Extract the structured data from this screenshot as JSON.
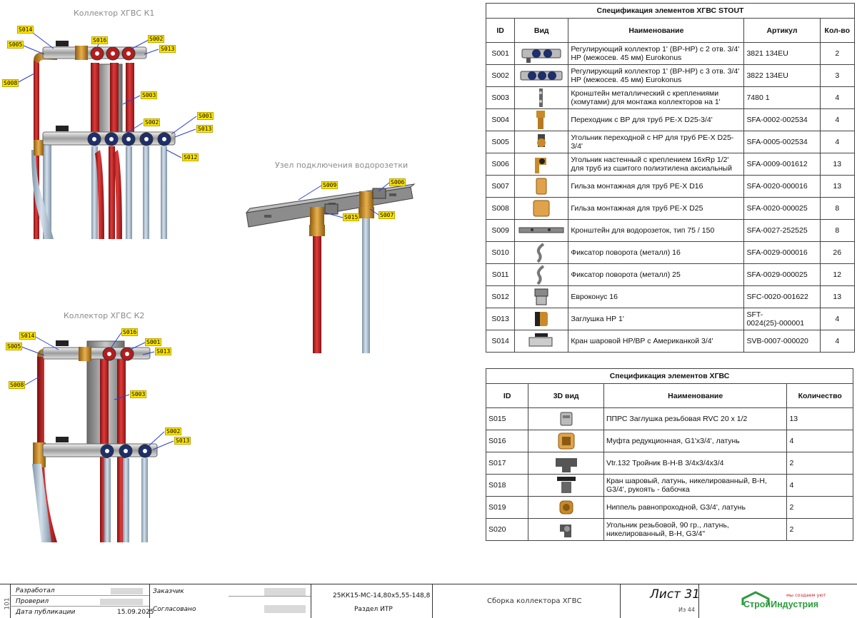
{
  "drawings": {
    "k1_title": "Коллектор ХГВС К1",
    "k2_title": "Коллектор ХГВС К2",
    "socket_title": "Узел подключения водорозетки",
    "k1_labels": [
      "S014",
      "S005",
      "S016",
      "S002",
      "S013",
      "S008",
      "S003",
      "S002",
      "S001",
      "S013",
      "S012"
    ],
    "k2_labels": [
      "S014",
      "S005",
      "S016",
      "S001",
      "S013",
      "S008",
      "S003",
      "S002",
      "S013"
    ],
    "socket_labels": [
      "S009",
      "S006",
      "S015",
      "S007"
    ]
  },
  "stout_table": {
    "caption": "Спецификация элементов ХГВС STOUT",
    "headers": [
      "ID",
      "Вид",
      "Наименование",
      "Артикул",
      "Кол-во"
    ],
    "rows": [
      {
        "id": "S001",
        "icon": "collector-2-outlet-icon",
        "name": "Регулирующий коллектор 1' (ВР-НР) с 2 отв. 3/4' НР (межосев. 45 мм) Eurokonus",
        "art": "3821 134EU",
        "qty": "2"
      },
      {
        "id": "S002",
        "icon": "collector-3-outlet-icon",
        "name": "Регулирующий коллектор 1' (ВР-НР) с 3 отв. 3/4' НР (межосев. 45 мм) Eurokonus",
        "art": "3822 134EU",
        "qty": "3"
      },
      {
        "id": "S003",
        "icon": "bracket-icon",
        "name": "Кронштейн металлический с креплениями (хомутами) для монтажа коллекторов на 1'",
        "art": "7480 1",
        "qty": "4"
      },
      {
        "id": "S004",
        "icon": "adapter-icon",
        "name": "Переходник с ВР для труб PE-X D25-3/4'",
        "art": "SFA-0002-002534",
        "qty": "4"
      },
      {
        "id": "S005",
        "icon": "elbow-icon",
        "name": "Угольник переходной с НР для труб PE-X D25-3/4'",
        "art": "SFA-0005-002534",
        "qty": "4"
      },
      {
        "id": "S006",
        "icon": "wall-elbow-icon",
        "name": "Угольник настенный с креплением 16xRp 1/2' для труб из сшитого полиэтилена аксиальный",
        "art": "SFA-0009-001612",
        "qty": "13"
      },
      {
        "id": "S007",
        "icon": "sleeve-small-icon",
        "name": "Гильза монтажная для труб PE-X D16",
        "art": "SFA-0020-000016",
        "qty": "13"
      },
      {
        "id": "S008",
        "icon": "sleeve-large-icon",
        "name": "Гильза монтажная для труб PE-X D25",
        "art": "SFA-0020-000025",
        "qty": "8"
      },
      {
        "id": "S009",
        "icon": "socket-bracket-icon",
        "name": "Кронштейн для водорозеток, тип 75 / 150",
        "art": "SFA-0027-252525",
        "qty": "8"
      },
      {
        "id": "S010",
        "icon": "bend-fixer-icon",
        "name": "Фиксатор поворота (металл) 16",
        "art": "SFA-0029-000016",
        "qty": "26"
      },
      {
        "id": "S011",
        "icon": "bend-fixer-icon",
        "name": "Фиксатор поворота (металл) 25",
        "art": "SFA-0029-000025",
        "qty": "12"
      },
      {
        "id": "S012",
        "icon": "eurocone-icon",
        "name": "Евроконус 16",
        "art": "SFC-0020-001622",
        "qty": "13"
      },
      {
        "id": "S013",
        "icon": "plug-icon",
        "name": "Заглушка НР 1'",
        "art": "SFT-0024(25)-000001",
        "qty": "4"
      },
      {
        "id": "S014",
        "icon": "ball-valve-icon",
        "name": "Кран шаровой НР/ВР с Американкой 3/4'",
        "art": "SVB-0007-000020",
        "qty": "4"
      }
    ]
  },
  "hgvs_table": {
    "caption": "Спецификация элементов ХГВС",
    "headers": [
      "ID",
      "3D вид",
      "Наименование",
      "Количество"
    ],
    "rows": [
      {
        "id": "S015",
        "icon": "threaded-plug-icon",
        "name": "ППРС Заглушка резьбовая RVC 20 x 1/2",
        "qty": "13"
      },
      {
        "id": "S016",
        "icon": "reducing-coupling-icon",
        "name": "Муфта редукционная, G1'x3/4', латунь",
        "qty": "4"
      },
      {
        "id": "S017",
        "icon": "tee-icon",
        "name": "Vtr.132 Тройник В-Н-В 3/4x3/4x3/4",
        "qty": "2"
      },
      {
        "id": "S018",
        "icon": "butterfly-valve-icon",
        "name": "Кран шаровый, латунь, никелированный, В-Н, G3/4', рукоять - бабочка",
        "qty": "4"
      },
      {
        "id": "S019",
        "icon": "nipple-icon",
        "name": "Ниппель равнопроходной, G3/4', латунь",
        "qty": "2"
      },
      {
        "id": "S020",
        "icon": "elbow-90-icon",
        "name": "Угольник резьбовой, 90 гр., латунь, никелированный, В-Н, G3/4\"",
        "qty": "2"
      }
    ]
  },
  "title_block": {
    "developed_label": "Разработал",
    "checked_label": "Проверил",
    "pub_date_label": "Дата публикации",
    "pub_date": "15.09.2025",
    "customer_label": "Заказчик",
    "approved_label": "Согласовано",
    "code": "25КК15-МС-14,80х5,55-148,8",
    "section": "Раздел ИТР",
    "sheet_name": "Сборка коллектора ХГВС",
    "sheet_label": "Лист 31",
    "of_label": "Из 44",
    "side_number": "101",
    "logo_text": "СтройИндустрия",
    "logo_slogan": "мы создаем уют"
  },
  "colors": {
    "pipe_red": "#d42a2a",
    "pipe_blue": "#a9bfd2",
    "brass": "#c98a2a",
    "logo_green": "#2a9b3a",
    "logo_red": "#c8202a"
  }
}
